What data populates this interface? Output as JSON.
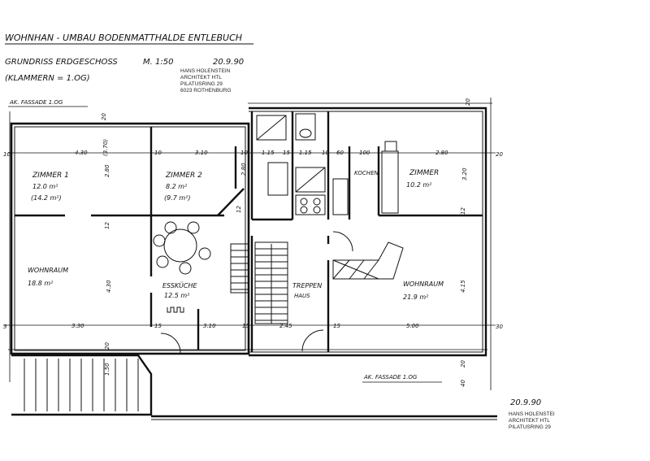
{
  "header": {
    "title": "WOHNHAN - UMBAU BODENMATTHALDE   ENTLEBUCH",
    "plan_name": "GRUNDRISS  ERDGESCHOSS",
    "scale": "M. 1:50",
    "date": "20.9.90",
    "subtitle": "(KLAMMERN = 1.OG)"
  },
  "stamp_top": {
    "line1": "HANS HOLENSTEIN",
    "line2": "ARCHITEKT HTL",
    "line3": "PILATUSRING 29",
    "line4": "6023 ROTHENBURG"
  },
  "stamp_bottom": {
    "date": "20.9.90",
    "line1": "HANS HOLENSTEI",
    "line2": "ARCHITEKT HTL",
    "line3": "PILATUSRING 29"
  },
  "facade": {
    "top": "AK. FASSADE 1.OG",
    "bottom": "AK. FASSADE 1.OG"
  },
  "rooms": {
    "zimmer1": {
      "name": "ZIMMER 1",
      "area": "12.0 m²",
      "area_og": "(14.2 m²)"
    },
    "zimmer2": {
      "name": "ZIMMER 2",
      "area": "8.2 m²",
      "area_og": "(9.7 m²)"
    },
    "wohnraum_left": {
      "name": "WOHNRAUM",
      "area": "18.8 m²"
    },
    "esskueche": {
      "name": "ESSKÜCHE",
      "area": "12.5 m²"
    },
    "treppenhaus": {
      "name": "TREPPEN",
      "name2": "HAUS"
    },
    "kochen": {
      "name": "KOCHEN"
    },
    "zimmer_right": {
      "name": "ZIMMER",
      "area": "10.2 m²"
    },
    "wohnraum_right": {
      "name": "WOHNRAUM",
      "area": "21.9 m²"
    }
  },
  "dimensions": {
    "d_top_20a": "20",
    "d_top_20b": "20",
    "d_left_10": "10",
    "d_430": "4.30",
    "d_370": "(3.70)",
    "d_10a": "10",
    "d_310a": "3.10",
    "d_10b": "10",
    "d_115a": "1.15",
    "d_15a": "15",
    "d_115b": "1.15",
    "d_10c": "10",
    "d_60": "60",
    "d_100": "100",
    "d_280a": "2.80",
    "d_right_20a": "20",
    "d_280b": "2.80",
    "d_280c": "2.80",
    "d_320": "3.20",
    "d_12a": "12",
    "d_12b": "12",
    "d_12c": "12",
    "d_430b": "4.30",
    "d_415": "4.15",
    "d_left_3": "3",
    "d_330": "3.30",
    "d_15b": "15",
    "d_310b": "3.10",
    "d_15c": "15",
    "d_245": "2.45",
    "d_15d": "15",
    "d_500": "5.00",
    "d_right_30": "30",
    "d_bottom_20a": "20",
    "d_bottom_20b": "20",
    "d_150": "1.50",
    "d_40": "40"
  }
}
